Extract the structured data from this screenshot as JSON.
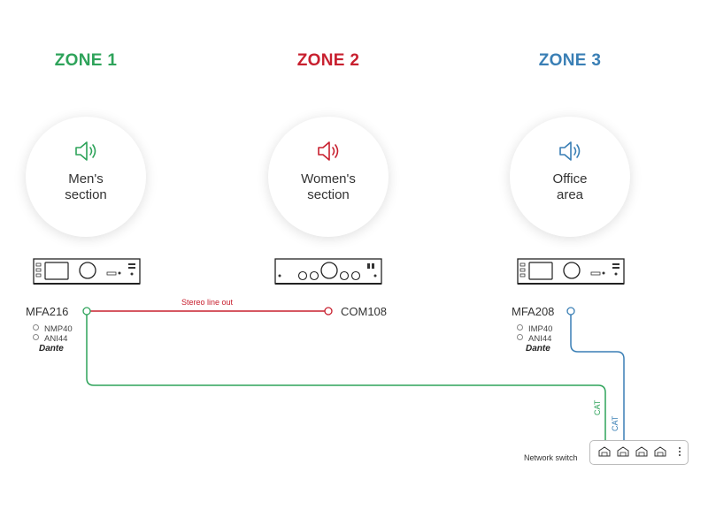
{
  "zones": [
    {
      "title": "ZONE 1",
      "color": "#2ea35a",
      "label": "Men's\nsection",
      "icon": "speaker-icon"
    },
    {
      "title": "ZONE 2",
      "color": "#c8202f",
      "label": "Women's\nsection",
      "icon": "speaker-icon"
    },
    {
      "title": "ZONE 3",
      "color": "#3a7fb5",
      "label": "Office\narea",
      "icon": "speaker-icon"
    }
  ],
  "devices": {
    "mfa216": {
      "name": "MFA216",
      "modules": [
        "NMP40",
        "ANI44"
      ],
      "badge": "Dante"
    },
    "com108": {
      "name": "COM108"
    },
    "mfa208": {
      "name": "MFA208",
      "modules": [
        "IMP40",
        "ANI44"
      ],
      "badge": "Dante"
    }
  },
  "connections": {
    "stereo_label": "Stereo line out",
    "cat_label_1": "CAT",
    "cat_label_2": "CAT"
  },
  "switch": {
    "label": "Network switch",
    "more_icon": "more-vertical-icon"
  }
}
